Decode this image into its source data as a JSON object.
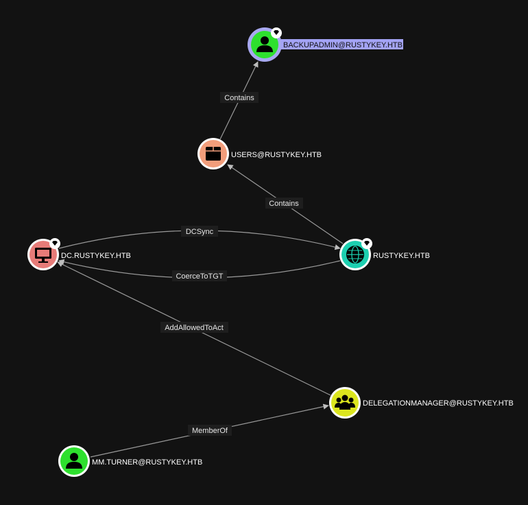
{
  "colors": {
    "user": "#2ee02e",
    "container": "#f29d7b",
    "computer": "#e77b78",
    "domain": "#1ccfb0",
    "group": "#dbe51e",
    "selected_ring": "#a8a8f0",
    "label_highlight": "#a3a3f5"
  },
  "nodes": {
    "backupadmin": {
      "label": "BACKUPADMIN@RUSTYKEY.HTB",
      "icon": "user-icon",
      "tier_zero": true,
      "selected": true
    },
    "users": {
      "label": "USERS@RUSTYKEY.HTB",
      "icon": "box-icon"
    },
    "dc": {
      "label": "DC.RUSTYKEY.HTB",
      "icon": "computer-icon",
      "tier_zero": true
    },
    "rustykey": {
      "label": "RUSTYKEY.HTB",
      "icon": "globe-icon",
      "tier_zero": true
    },
    "delegationmanager": {
      "label": "DELEGATIONMANAGER@RUSTYKEY.HTB",
      "icon": "group-icon"
    },
    "mmturner": {
      "label": "MM.TURNER@RUSTYKEY.HTB",
      "icon": "user-icon"
    }
  },
  "edges": {
    "users_backupadmin": {
      "label": "Contains"
    },
    "rustykey_users": {
      "label": "Contains"
    },
    "dc_rustykey": {
      "label": "DCSync"
    },
    "rustykey_dc": {
      "label": "CoerceToTGT"
    },
    "delegation_dc": {
      "label": "AddAllowedToAct"
    },
    "mmturner_delegation": {
      "label": "MemberOf"
    }
  }
}
